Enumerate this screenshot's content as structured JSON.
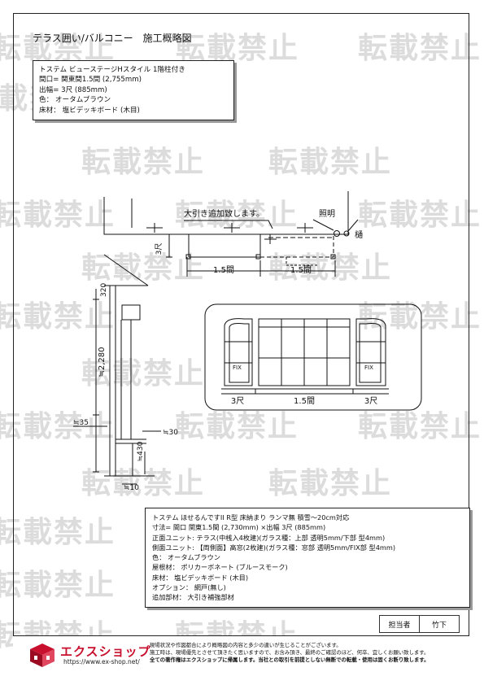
{
  "watermark_text": "転載禁止",
  "title": "テラス囲い/バルコニー　施工概略図",
  "spec_box_1": {
    "lines": [
      "トステム ビューステージHスタイル 1階柱付き",
      "間口= 関東間1.5間 (2,755mm)",
      "出幅= 3尺 (885mm)",
      "色： オータムブラウン",
      "床材： 塩ビデッキボード (木目)"
    ]
  },
  "plan_view": {
    "note": "大引き追加致します。",
    "light_label": "照明",
    "post_label": "樋",
    "dim_height": "3尺",
    "dim_width_1": "1.5間",
    "dim_width_2": "1.5間"
  },
  "section_view": {
    "dim_top": "320",
    "dim_height": "≒2,280",
    "dim_left": "≒35",
    "dim_right": "≒30",
    "dim_floor": "≒430",
    "dim_bottom": "≒10"
  },
  "elevation_view": {
    "fix_left": "FIX",
    "fix_right": "FIX",
    "dim_left": "3尺",
    "dim_center": "1.5間",
    "dim_right": "3尺"
  },
  "spec_box_2": {
    "lines": [
      "トステム ほせるんですII R型 床納まり ランマ無 積雪～20cm対応",
      "寸法= 間口 関東1.5間 (2,730mm) ×出幅 3尺 (885mm)",
      "正面ユニット: テラス(中桟入4枚建)(ガラス種：上部 透明5mm/下部 型4mm)",
      "側面ユニット: 【両側面】高窓(2枚建)(ガラス種：窓部 透明5mm/FIX部 型4mm)",
      "色： オータムブラウン",
      "屋根材： ポリカーボネート (ブルースモーク)",
      "床材： 塩ビデッキボード (木目)",
      "オプション： 網戸(無し)",
      "追加部材： 大引き補強部材"
    ]
  },
  "sign_table": {
    "label": "担当者",
    "value": "竹下"
  },
  "footer": {
    "logo": "エクスショップ",
    "url": "https://www.ex-shop.net/",
    "notes": [
      "現場状況や作図都合により概略図の内容と多少の違いが生じることがございます。",
      "施工時は、現場優先とさせて頂きたく思いますので、お含み頂き、最終のご確認のほど、何卒、宜しくお願い致します。",
      "全ての著作権はエクスショップに帰属します。当社との取引を前提としない無断での転載・使用は固くお断り致します。"
    ]
  },
  "colors": {
    "logo_red": "#c8102e",
    "watermark_gray": "#dcdcdc"
  }
}
